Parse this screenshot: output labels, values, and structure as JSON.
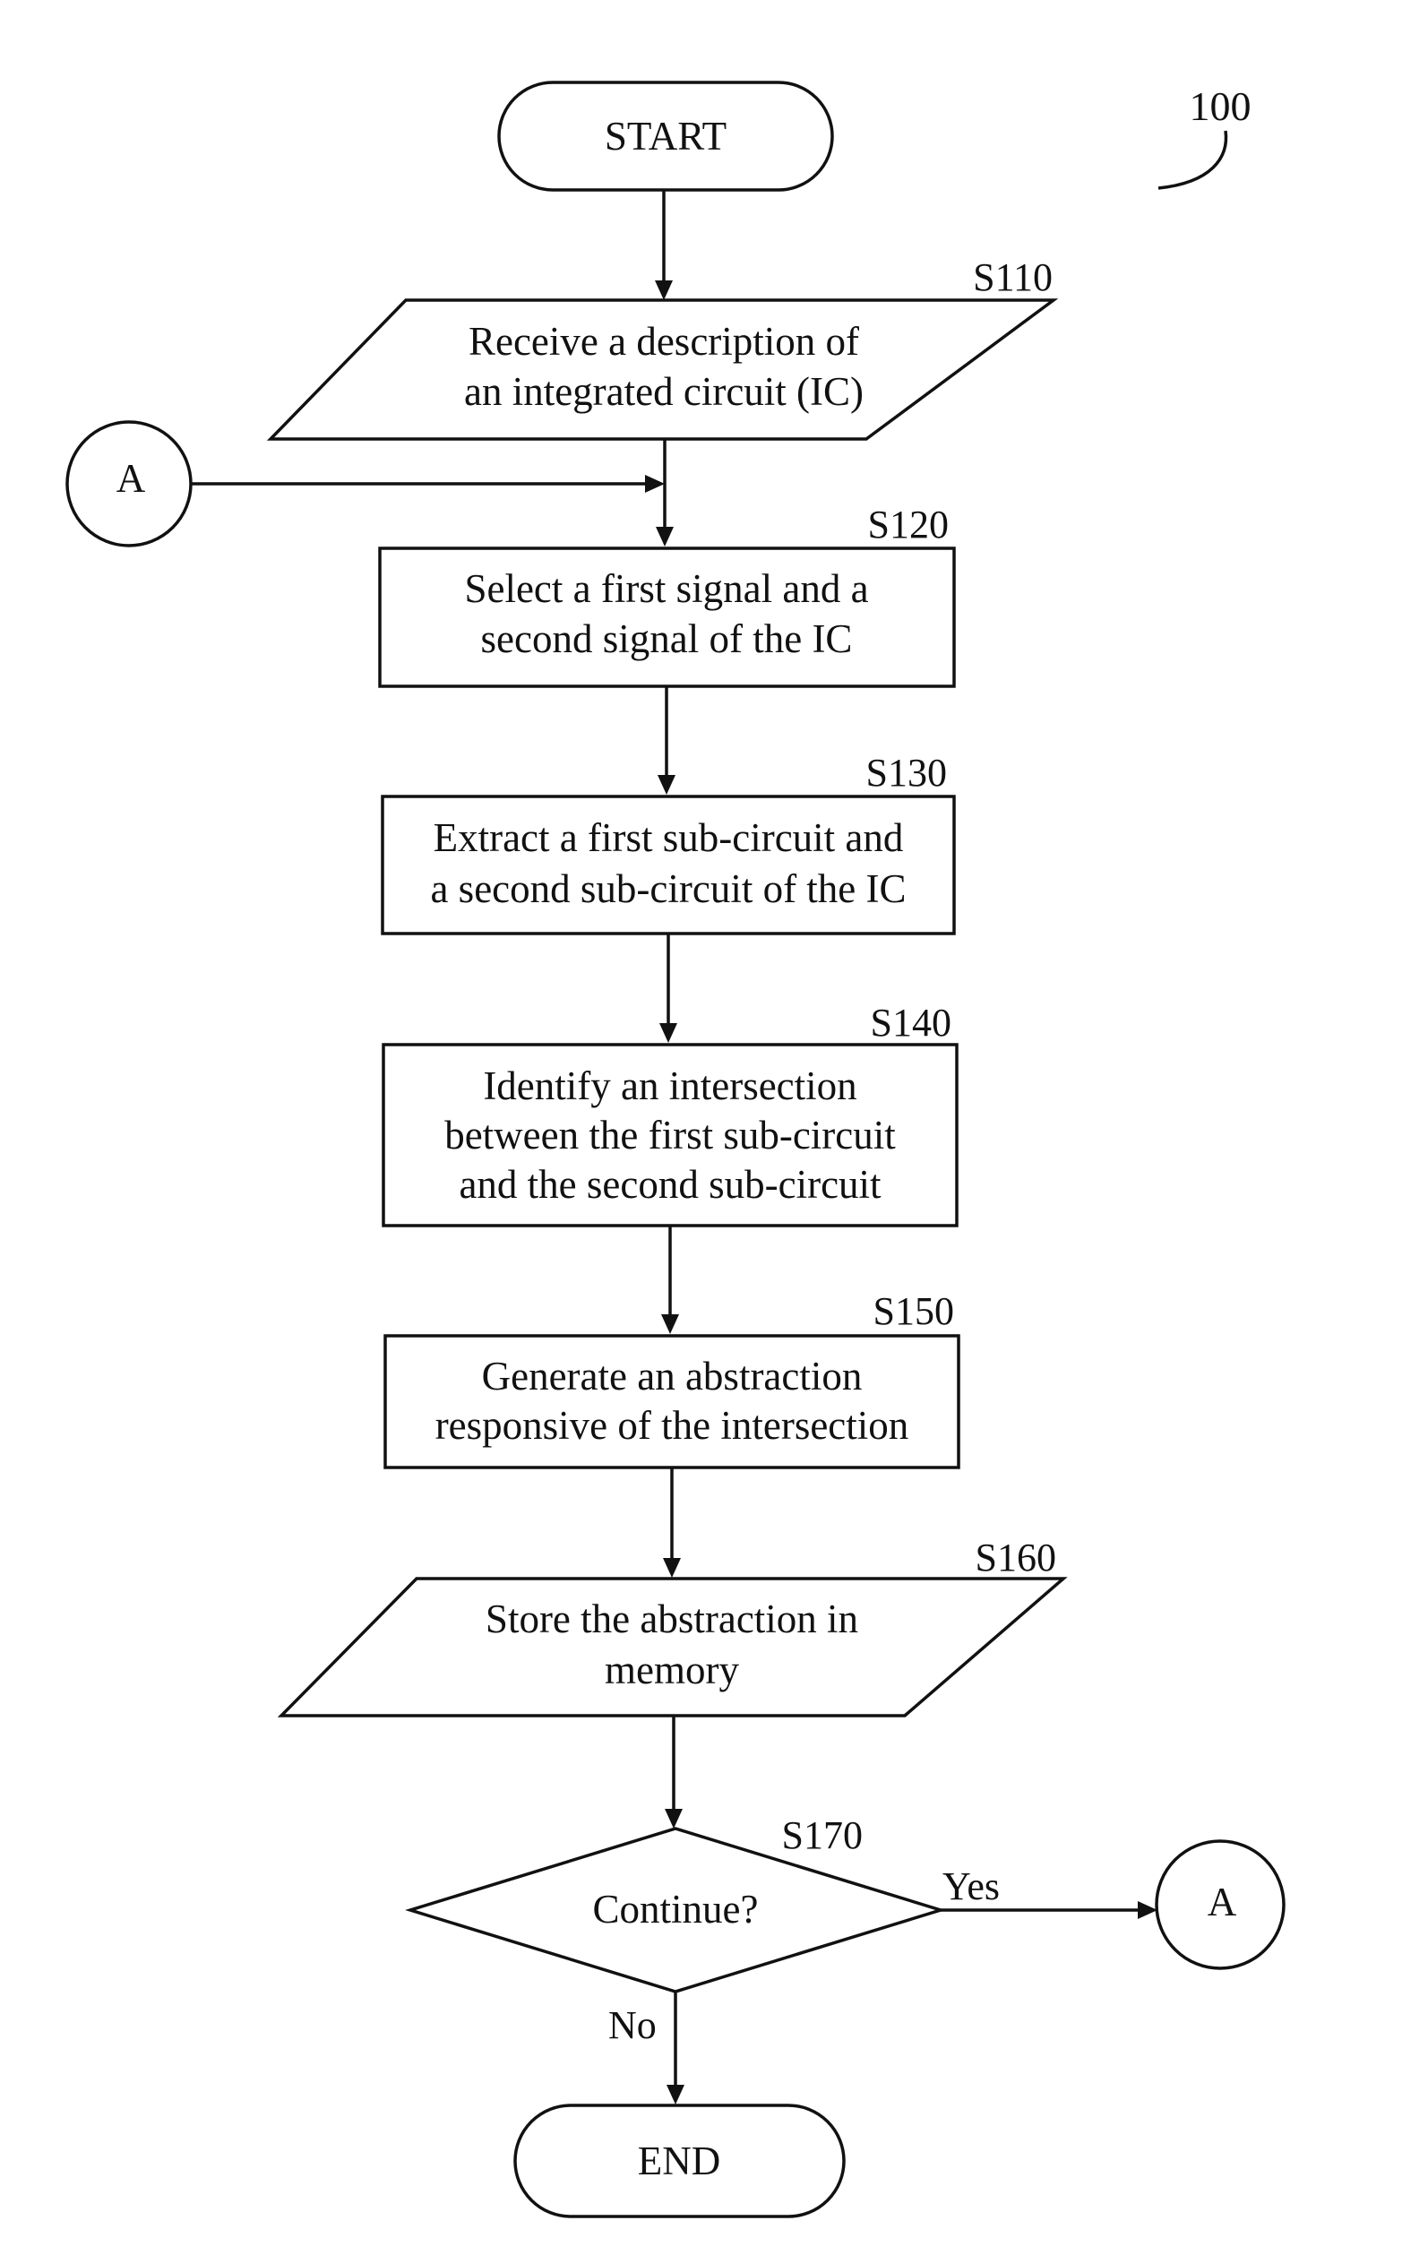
{
  "figure": {
    "reference": "100"
  },
  "start": {
    "label": "START"
  },
  "end": {
    "label": "END"
  },
  "connectors": {
    "left": "A",
    "right": "A"
  },
  "steps": {
    "s110": {
      "id": "S110",
      "lines": [
        "Receive a description of",
        "an integrated circuit (IC)"
      ]
    },
    "s120": {
      "id": "S120",
      "lines": [
        "Select a first signal and a",
        "second signal of the IC"
      ]
    },
    "s130": {
      "id": "S130",
      "lines": [
        "Extract a first sub-circuit and",
        "a second sub-circuit of the IC"
      ]
    },
    "s140": {
      "id": "S140",
      "lines": [
        "Identify an intersection",
        "between the first sub-circuit",
        "and the second sub-circuit"
      ]
    },
    "s150": {
      "id": "S150",
      "lines": [
        "Generate an abstraction",
        "responsive of the intersection"
      ]
    },
    "s160": {
      "id": "S160",
      "lines": [
        "Store the abstraction in",
        "memory"
      ]
    },
    "s170": {
      "id": "S170",
      "question": "Continue?",
      "yes": "Yes",
      "no": "No"
    }
  }
}
